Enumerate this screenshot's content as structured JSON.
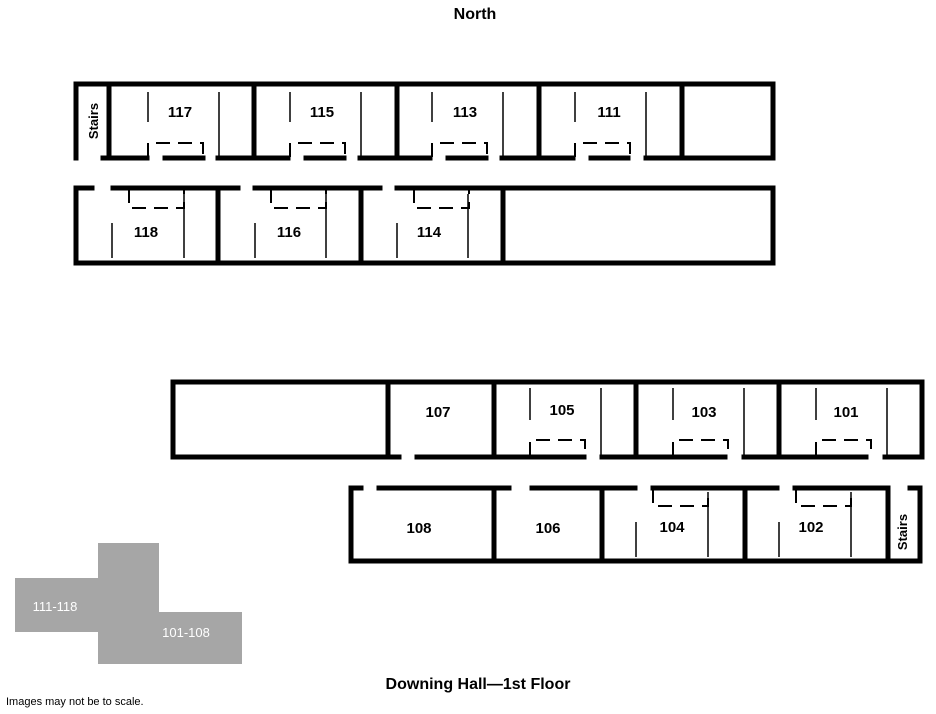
{
  "header": {
    "compass": "North"
  },
  "footer": {
    "title": "Downing Hall—1st Floor",
    "note": "Images may not be to scale."
  },
  "key": {
    "north_wing": "111-118",
    "south_wing": "101-108",
    "color": "#a6a6a6"
  },
  "north_wing": {
    "stairs": "Stairs",
    "top_rooms": [
      "117",
      "115",
      "113",
      "111"
    ],
    "bottom_rooms": [
      "118",
      "116",
      "114"
    ]
  },
  "south_wing": {
    "stairs": "Stairs",
    "top_rooms": [
      "107",
      "105",
      "103",
      "101"
    ],
    "bottom_rooms": [
      "108",
      "106",
      "104",
      "102"
    ]
  }
}
